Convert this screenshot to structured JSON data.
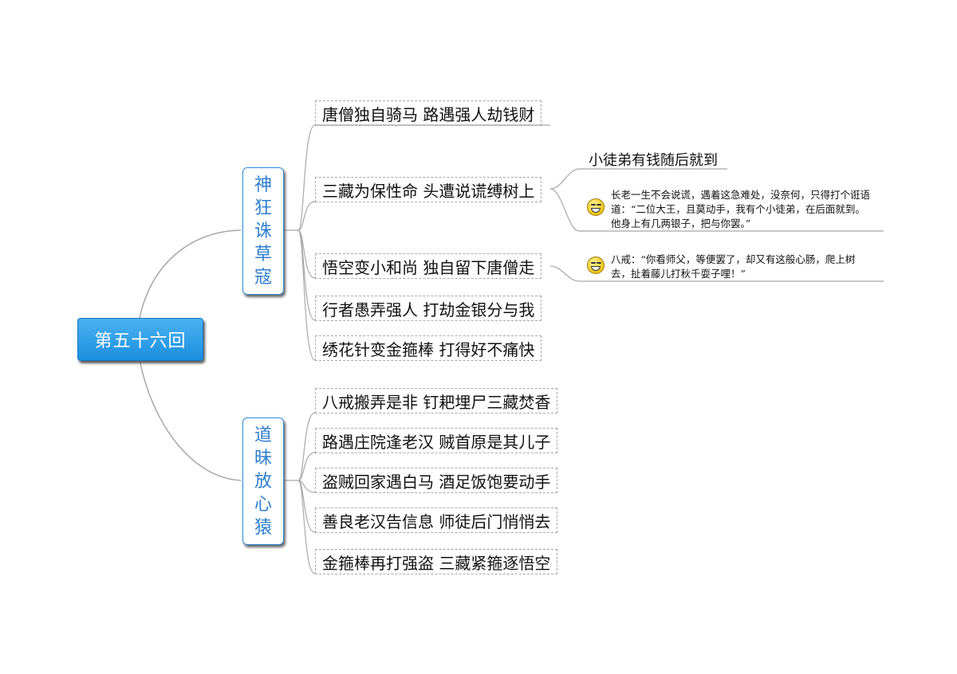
{
  "root": {
    "label": "第五十六回"
  },
  "branches": [
    {
      "chars": [
        "神",
        "狂",
        "诛",
        "草",
        "寇"
      ],
      "items": [
        "唐僧独自骑马 路遇强人劫钱财",
        "三藏为保性命 头遭说谎缚树上",
        "悟空变小和尚 独自留下唐僧走",
        "行者愚弄强人 打劫金银分与我",
        "绣花针变金箍棒 打得好不痛快"
      ]
    },
    {
      "chars": [
        "道",
        "昧",
        "放",
        "心",
        "猿"
      ],
      "items": [
        "八戒搬弄是非 钉耙埋尸三藏焚香",
        "路遇庄院逢老汉 贼首原是其儿子",
        "盗贼回家遇白马 酒足饭饱要动手",
        "善良老汉告信息 师徒后门悄悄去",
        "金箍棒再打强盗 三藏紧箍逐悟空"
      ]
    }
  ],
  "subtopic": {
    "heading": "小徒弟有钱随后就到"
  },
  "notes": [
    {
      "text": "长老一生不会说谎，遇着这急难处，没奈何，只得打个诳语道：“二位大王，且莫动手，我有个小徒弟，在后面就到。他身上有几两银子，把与你罢。”",
      "icon": "laughing-face-icon"
    },
    {
      "text": "八戒：“你看师父，等便罢了，却又有这般心肠，爬上树去，扯着藤儿打秋千耍子哩！”",
      "icon": "laughing-face-icon"
    }
  ],
  "colors": {
    "root_fill": "#2b9be8",
    "branch_border": "#2d8ad8",
    "branch_text": "#2d7fd0",
    "connector": "#a8a8a8"
  }
}
